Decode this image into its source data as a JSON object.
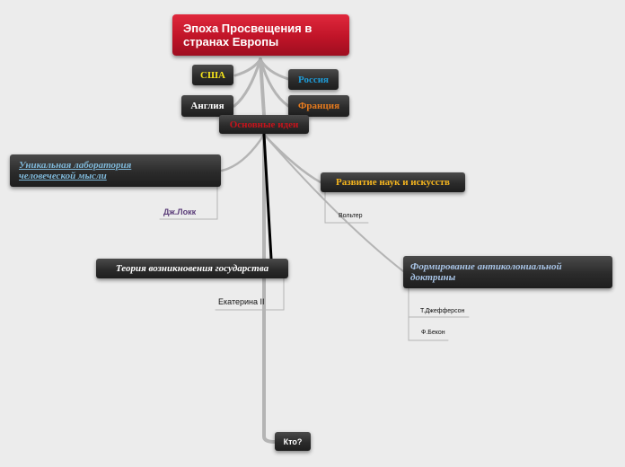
{
  "root": {
    "label": "Эпоха Просвещения в странах Европы"
  },
  "topics": {
    "usa": {
      "label": "США",
      "color": "#f5e31a"
    },
    "russia": {
      "label": "Россия",
      "color": "#1e9ad6"
    },
    "england": {
      "label": "Англия",
      "color": "#ffffff"
    },
    "france": {
      "label": "Франция",
      "color": "#e77b1e"
    },
    "main_ideas": {
      "label": "Основные идеи",
      "color": "#c4141c"
    }
  },
  "subtopics": {
    "lab": {
      "label": "Уникальная лаборатория человеческой мысли",
      "color": "#7fb8d9"
    },
    "science": {
      "label": "Развитие наук и искусств",
      "color": "#f5b51e"
    },
    "state": {
      "label": "Теория возникновения государства",
      "color": "#ffffff"
    },
    "doctrine": {
      "label": "Формирование антиколониальной доктрины",
      "color": "#a8c4e6"
    },
    "who": {
      "label": "Кто?",
      "color": "#ffffff"
    }
  },
  "leaves": {
    "locke": {
      "label": "Дж.Локк",
      "color": "#5a3c78"
    },
    "voltaire": {
      "label": "Вольтер"
    },
    "catherine": {
      "label": "Екатерина II"
    },
    "jefferson": {
      "label": "Т.Джефферсон"
    },
    "bacon": {
      "label": "Ф.Бекон"
    }
  }
}
